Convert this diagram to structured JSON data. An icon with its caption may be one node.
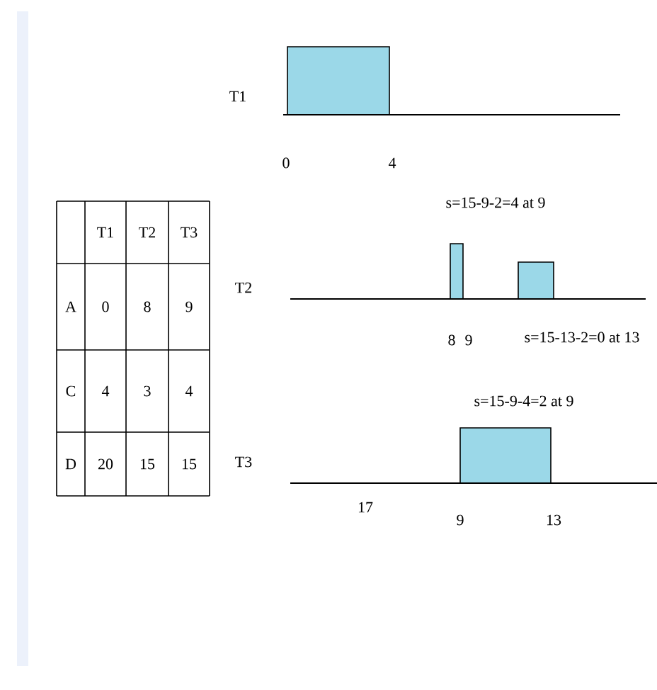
{
  "diagram": {
    "labels": [
      "T1",
      "0",
      "4",
      "s=15-9-2=4 at 9",
      "T1",
      "T2",
      "T3",
      "A",
      "0",
      "8",
      "9",
      "C",
      "4",
      "3",
      "4",
      "D",
      "20",
      "15",
      "15",
      "T2",
      "8",
      "9",
      "s=15-13-2=0 at 13",
      "s=15-9-4=2 at 9",
      "T3",
      "17",
      "9",
      "13"
    ]
  }
}
